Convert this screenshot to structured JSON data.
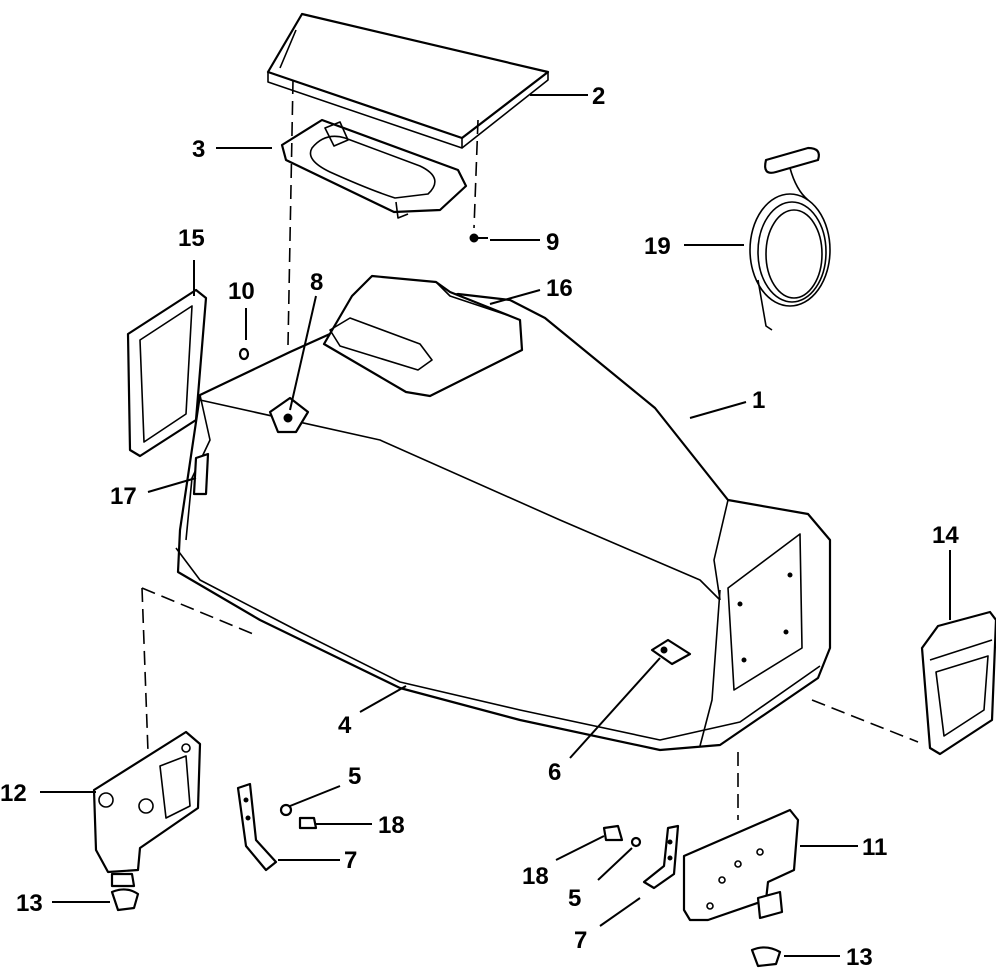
{
  "callouts": {
    "c1": "1",
    "c2": "2",
    "c3": "3",
    "c4": "4",
    "c5a": "5",
    "c5b": "5",
    "c6": "6",
    "c7a": "7",
    "c7b": "7",
    "c8": "8",
    "c9": "9",
    "c10": "10",
    "c11": "11",
    "c12": "12",
    "c13a": "13",
    "c13b": "13",
    "c14": "14",
    "c15": "15",
    "c16": "16",
    "c17": "17",
    "c18a": "18",
    "c18b": "18",
    "c19": "19"
  },
  "colors": {
    "line": "#000000",
    "background": "#ffffff"
  }
}
